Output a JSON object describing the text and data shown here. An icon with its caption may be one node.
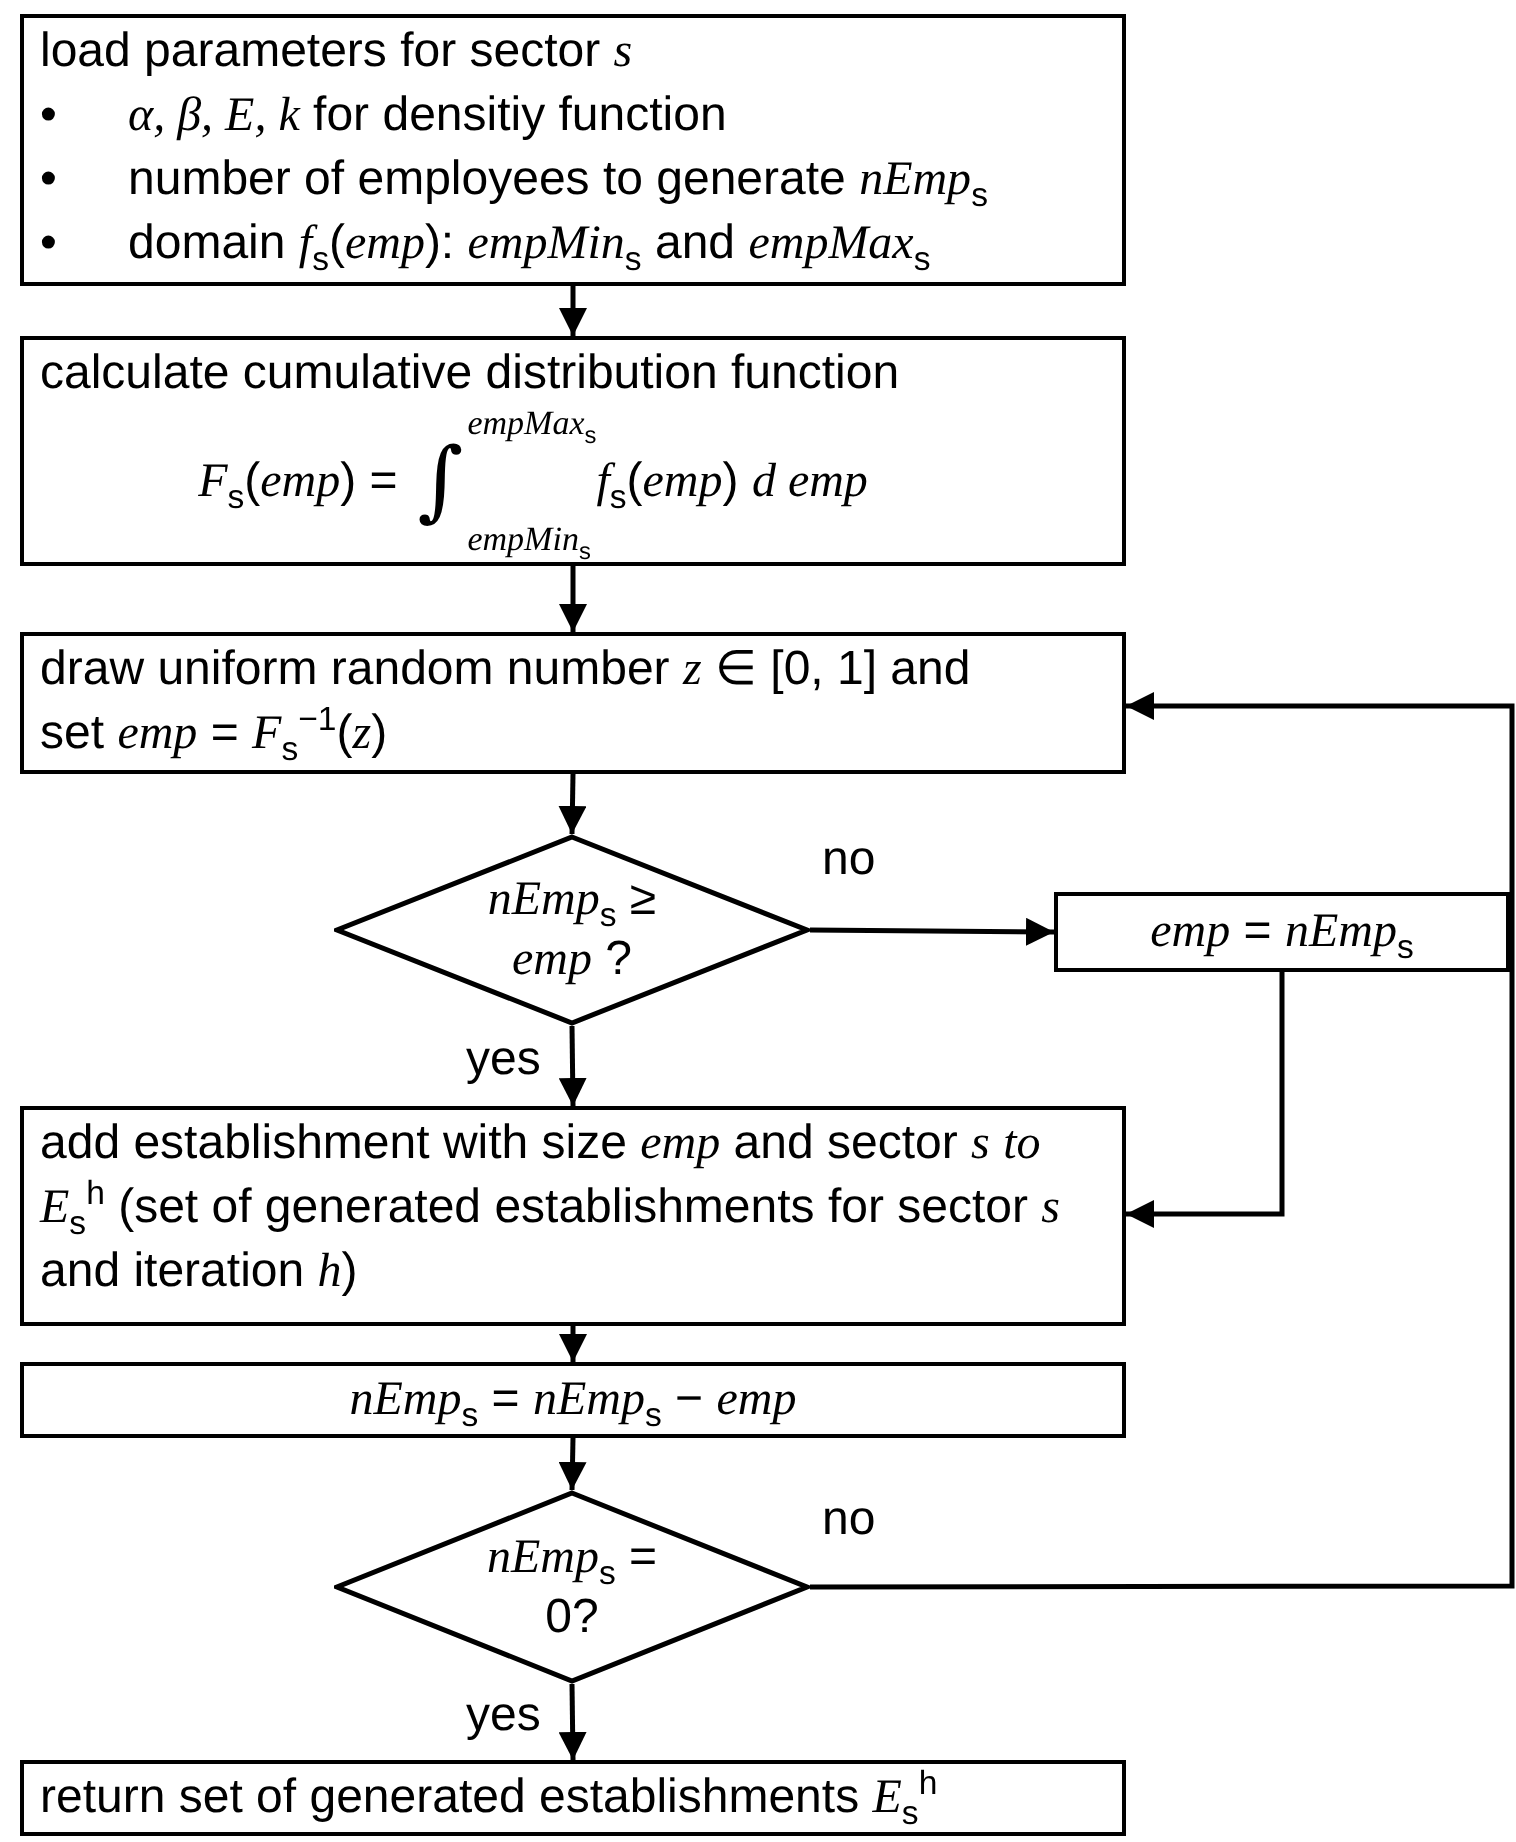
{
  "diagram": {
    "nodes": [
      {
        "text": [
          "load parameters for sector *s*",
          "•",
          "*α, β, E, k* for densitiy function",
          "•",
          "number of employees to generate *nEmp*$_{s}$",
          "•",
          "domain *f*$_{s}$(*emp*): *empMin*$_{s}$ and *empMax*$_{s}$"
        ]
      },
      {
        "text": [
          "calculate cumulative distribution function",
          "*F*$_{s}$(*emp*) =",
          "∫",
          "*empMax*$_{s}$",
          "*empMin*$_{s}$",
          "*f*$_{s}$(*emp*) *d emp*"
        ]
      },
      {
        "text": [
          "draw uniform random number *z* ∈ [0, 1] and set *emp* = *F*$_{s}$$^{−1}$(*z*)"
        ]
      },
      {
        "text": [
          "*nEmp*$_{s}$ ≥ *emp* ?"
        ]
      },
      {
        "text": [
          "*emp* = *nEmp*$_{s}$"
        ]
      },
      {
        "text": [
          "add establishment with size *emp* and sector *s* *to E*$_{s}$$^{h}$ (set of generated establishments for sector *s* and iteration *h*)"
        ]
      },
      {
        "text": [
          "*nEmp*$_{s}$ = *nEmp*$_{s}$ − *emp*"
        ]
      },
      {
        "text": [
          "*nEmp*$_{s}$ = 0?"
        ]
      },
      {
        "text": [
          "return set of generated establishments *E*$_{s}$$^{h}$"
        ]
      }
    ],
    "edges": [
      {
        "from": 0,
        "to": 1,
        "arrow": "to"
      },
      {
        "from": 1,
        "to": 2,
        "arrow": "to"
      },
      {
        "from": 2,
        "to": 3,
        "arrow": "to"
      },
      {
        "from": 3,
        "to": 4,
        "arrow": "to",
        "label": "no"
      },
      {
        "from": 3,
        "to": 5,
        "arrow": "to",
        "label": "yes"
      },
      {
        "from": 4,
        "to": 5,
        "arrow": "to"
      },
      {
        "from": 5,
        "to": 6,
        "arrow": "to"
      },
      {
        "from": 6,
        "to": 7,
        "arrow": "to"
      },
      {
        "from": 7,
        "to": 8,
        "arrow": "to",
        "label": "yes"
      },
      {
        "from": 7,
        "to": 2,
        "arrow": "to",
        "label": "no"
      }
    ]
  }
}
